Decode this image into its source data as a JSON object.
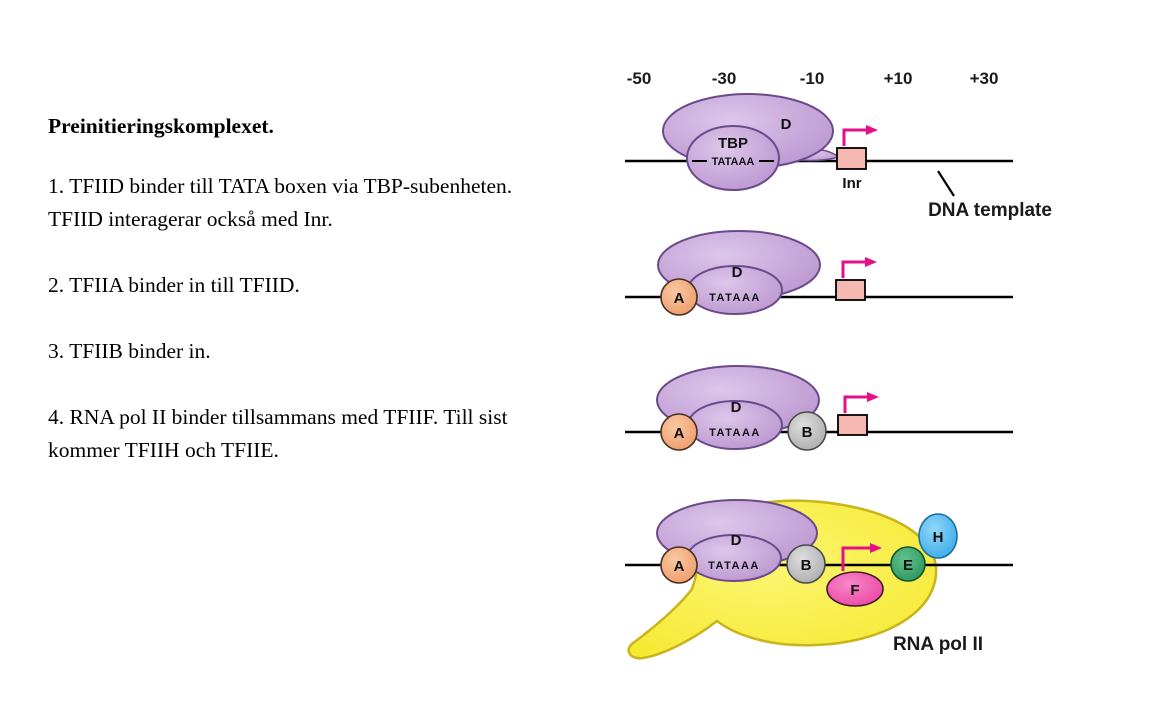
{
  "text_panel": {
    "title": "Preinitieringskomplexet.",
    "paragraphs": [
      "1. TFIID binder till TATA boxen via TBP-subenheten. TFIID interagerar också med Inr.",
      "2. TFIIA binder in till TFIID.",
      "3. TFIIB binder in.",
      "4. RNA pol II binder tillsammans med TFIIF. Till sist kommer TFIIH och TFIIE."
    ]
  },
  "diagram": {
    "position_labels": [
      "-50",
      "-30",
      "-10",
      "+10",
      "+30"
    ],
    "dna_template_label": "DNA template",
    "inr_label": "Inr",
    "rna_pol_label": "RNA pol II",
    "subunits": {
      "tfiid": "D",
      "tbp": "TBP",
      "tata_box": "TATAAA",
      "tfiia": "A",
      "tfiib": "B",
      "tfiie": "E",
      "tfiif": "F",
      "tfiih": "H"
    },
    "colors": {
      "tfiid_fill": "#c7a3d6",
      "tfiid_stroke": "#6b4a8c",
      "tfiia_fill": "#f2a379",
      "tfiib_fill": "#bdbdbd",
      "tfiie_fill": "#2f9e61",
      "tfiif_fill": "#ee4fa8",
      "tfiih_fill": "#49b4ee",
      "pol_ii_fill": "#f8ee45",
      "inr_fill": "#f6b9b2",
      "arrow": "#e60f8a",
      "dna_line": "#000000"
    }
  }
}
